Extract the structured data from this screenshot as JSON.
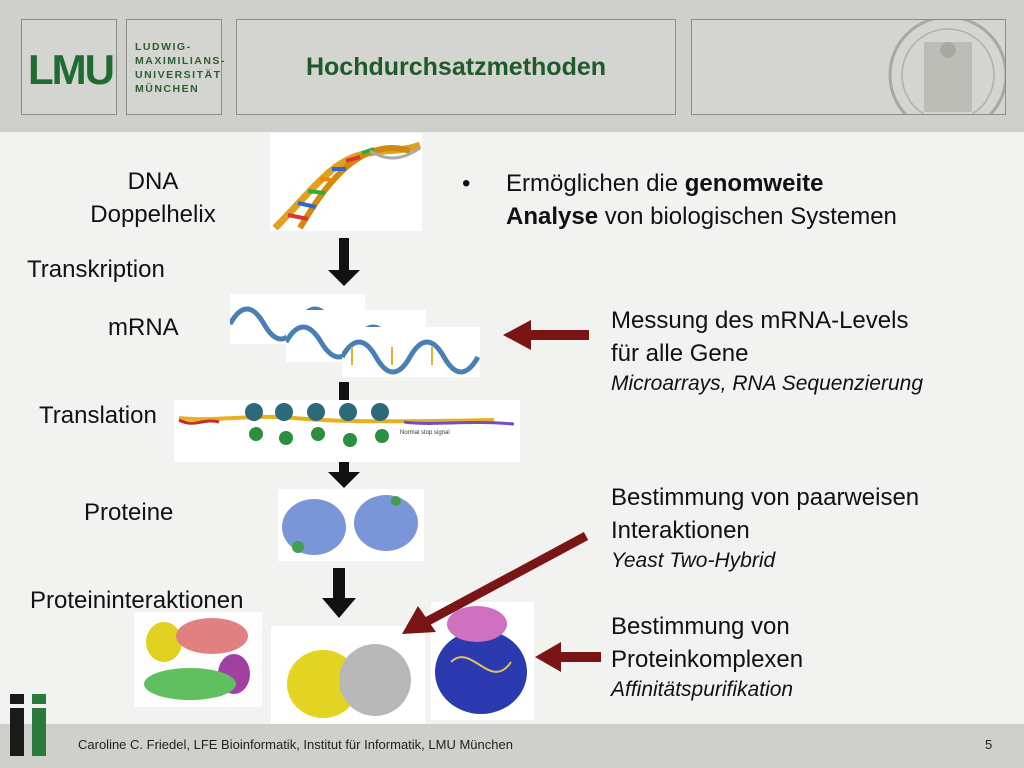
{
  "header": {
    "logo": "LMU",
    "university_lines": [
      "LUDWIG-",
      "MAXIMILIANS-",
      "UNIVERSITÄT",
      "MÜNCHEN"
    ],
    "title": "Hochdurchsatzmethoden"
  },
  "left_labels": {
    "dna_line1": "DNA",
    "dna_line2": "Doppelhelix",
    "transkription": "Transkription",
    "mrna": "mRNA",
    "translation": "Translation",
    "proteine": "Proteine",
    "proteininteraktionen": "Proteininteraktionen"
  },
  "bullet": {
    "marker": "•",
    "line1_prefix": "Ermöglichen die ",
    "line1_bold": "genomweite",
    "line2_bold": "Analyse",
    "line2_rest": " von biologischen Systemen"
  },
  "notes": {
    "mrna_line1": "Messung des mRNA-Levels",
    "mrna_line2": "für alle Gene",
    "mrna_methods": "Microarrays, RNA Sequenzierung",
    "pair_line1": "Bestimmung von paarweisen",
    "pair_line2": "Interaktionen",
    "pair_method": "Yeast Two-Hybrid",
    "complex_line1": "Bestimmung von",
    "complex_line2": "Proteinkomplexen",
    "complex_method": "Affinitätspurifikation"
  },
  "diagram": {
    "stop_signal": "Normal stop signal"
  },
  "footer": {
    "text": "Caroline C. Friedel, LFE Bioinformatik, Institut für Informatik, LMU München",
    "page": "5"
  },
  "colors": {
    "title_green": "#1f5a2a",
    "arrow_red": "#7a1515",
    "header_gray": "#cfcfcb"
  }
}
